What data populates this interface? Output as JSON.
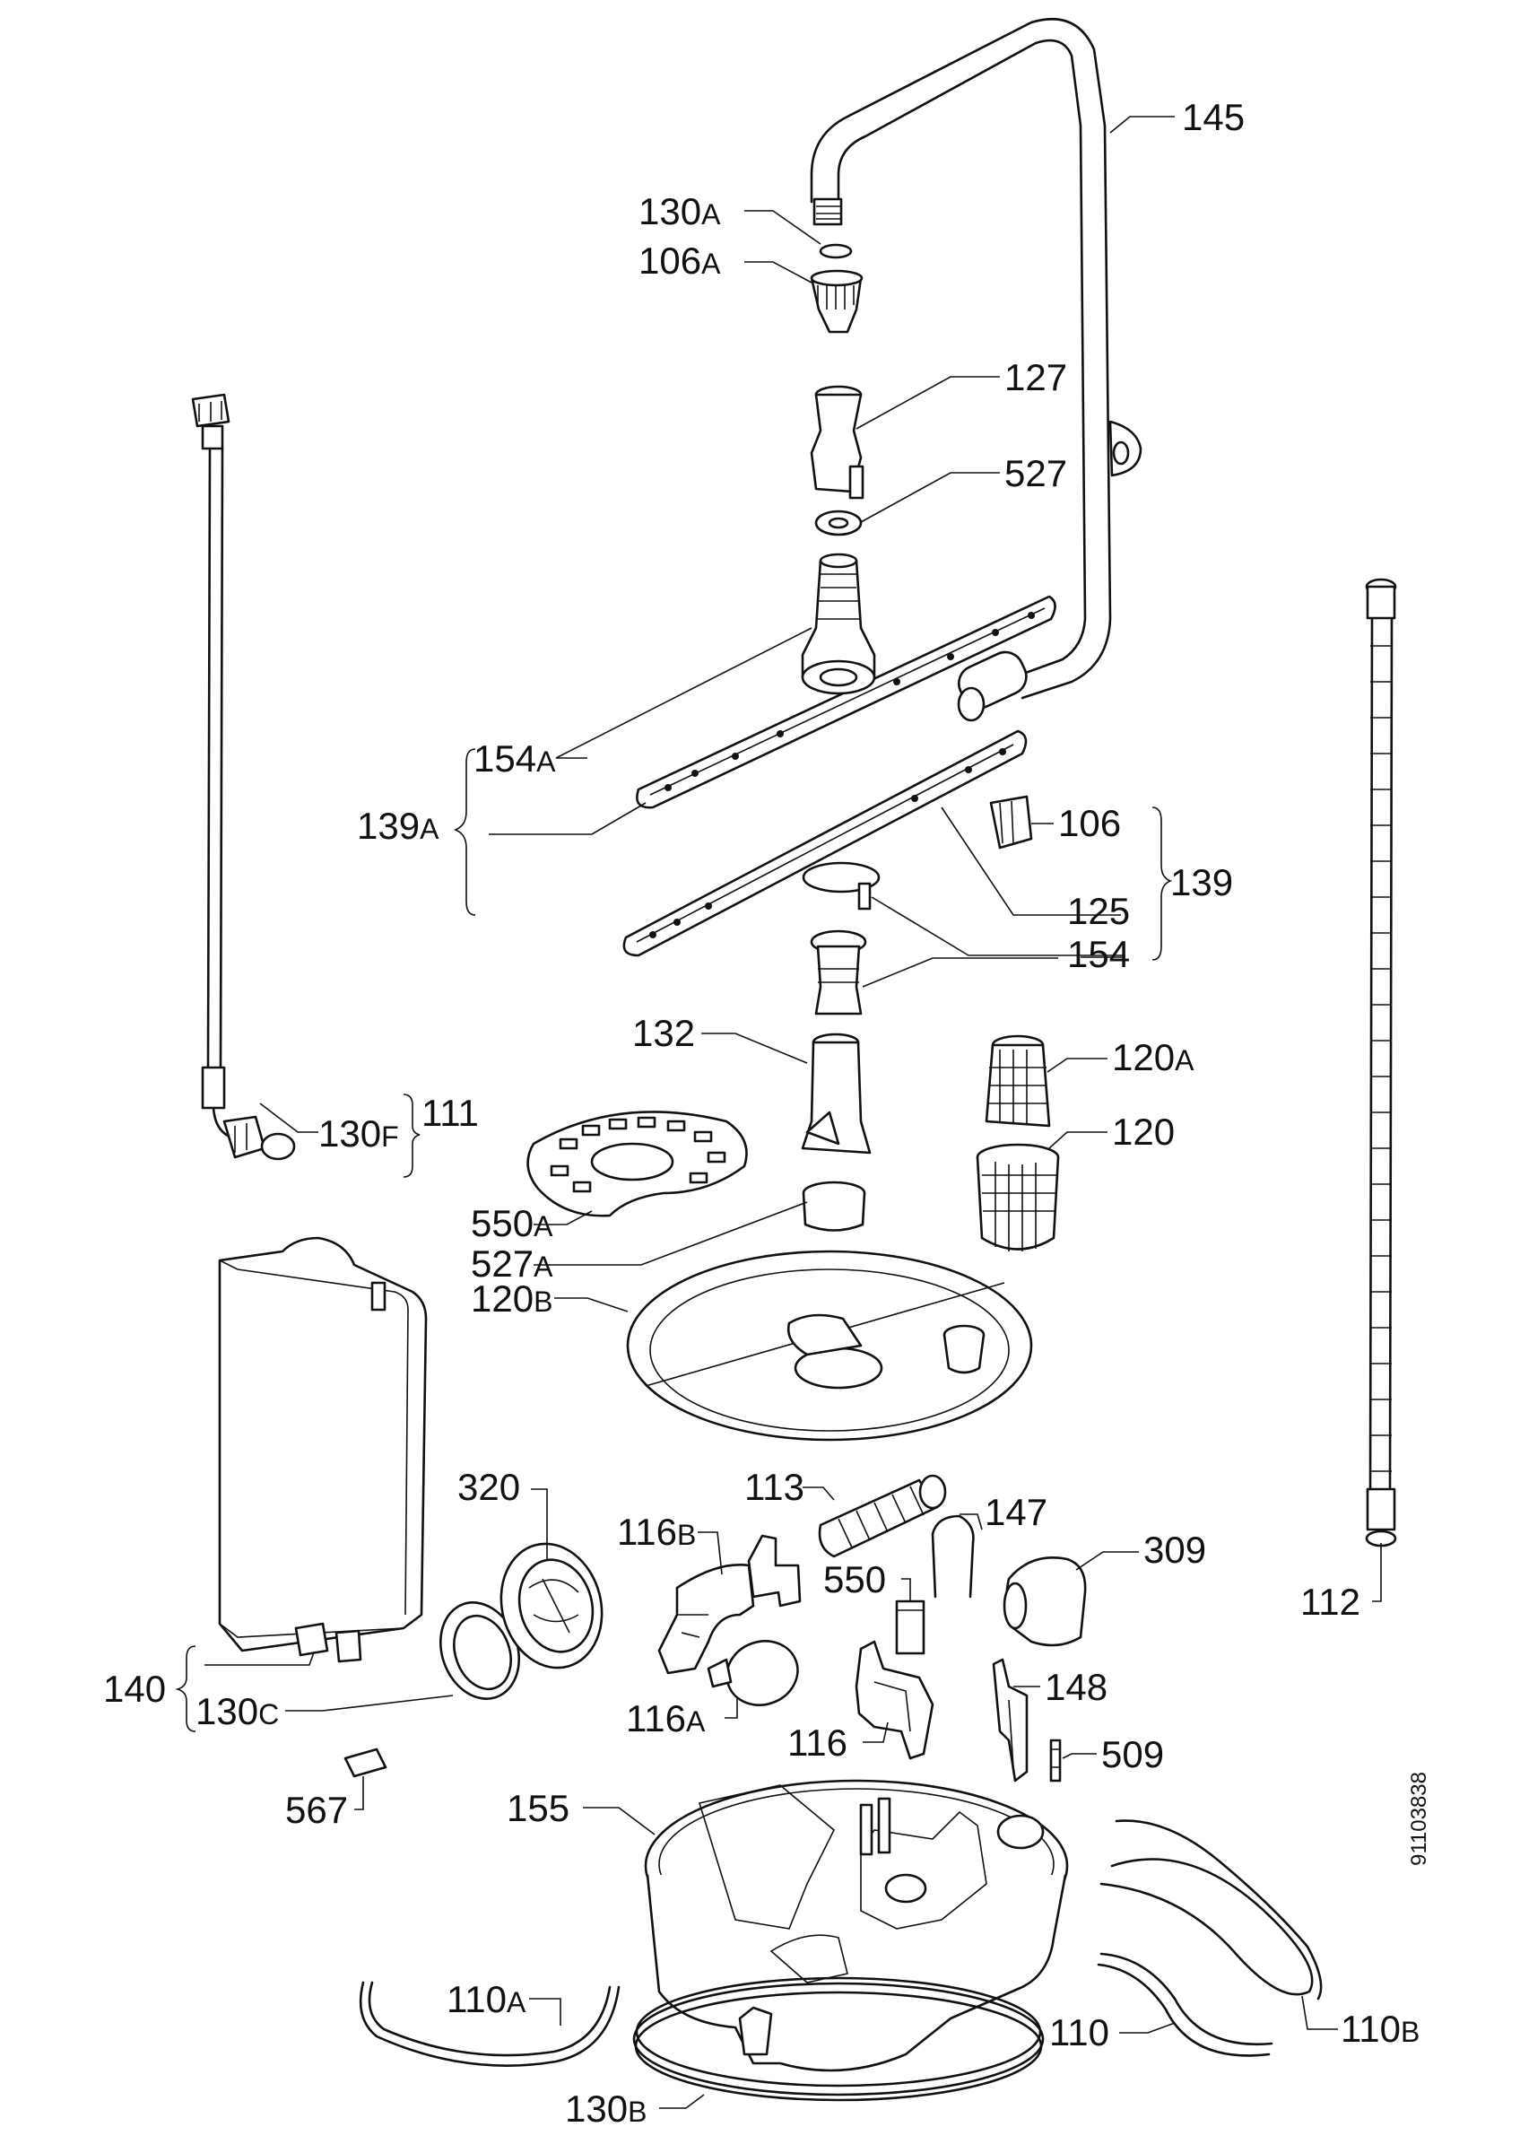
{
  "drawing_code": "91103838",
  "labels": {
    "l145": {
      "num": "145",
      "suffix": ""
    },
    "l130A": {
      "num": "130",
      "suffix": "A"
    },
    "l106A": {
      "num": "106",
      "suffix": "A"
    },
    "l127": {
      "num": "127",
      "suffix": ""
    },
    "l527": {
      "num": "527",
      "suffix": ""
    },
    "l154A": {
      "num": "154",
      "suffix": "A"
    },
    "l139A": {
      "num": "139",
      "suffix": "A"
    },
    "l106": {
      "num": "106",
      "suffix": ""
    },
    "l139": {
      "num": "139",
      "suffix": ""
    },
    "l125": {
      "num": "125",
      "suffix": ""
    },
    "l154": {
      "num": "154",
      "suffix": ""
    },
    "l132": {
      "num": "132",
      "suffix": ""
    },
    "l120A": {
      "num": "120",
      "suffix": "A"
    },
    "l120": {
      "num": "120",
      "suffix": ""
    },
    "l130F": {
      "num": "130",
      "suffix": "F"
    },
    "l111": {
      "num": "111",
      "suffix": ""
    },
    "l550A": {
      "num": "550",
      "suffix": "A"
    },
    "l527A": {
      "num": "527",
      "suffix": "A"
    },
    "l120B": {
      "num": "120",
      "suffix": "B"
    },
    "l113": {
      "num": "113",
      "suffix": ""
    },
    "l320": {
      "num": "320",
      "suffix": ""
    },
    "l147": {
      "num": "147",
      "suffix": ""
    },
    "l309": {
      "num": "309",
      "suffix": ""
    },
    "l116B": {
      "num": "116",
      "suffix": "B"
    },
    "l550": {
      "num": "550",
      "suffix": ""
    },
    "l112": {
      "num": "112",
      "suffix": ""
    },
    "l140": {
      "num": "140",
      "suffix": ""
    },
    "l130C": {
      "num": "130",
      "suffix": "C"
    },
    "l116A": {
      "num": "116",
      "suffix": "A"
    },
    "l116": {
      "num": "116",
      "suffix": ""
    },
    "l148": {
      "num": "148",
      "suffix": ""
    },
    "l509": {
      "num": "509",
      "suffix": ""
    },
    "l567": {
      "num": "567",
      "suffix": ""
    },
    "l155": {
      "num": "155",
      "suffix": ""
    },
    "l110A": {
      "num": "110",
      "suffix": "A"
    },
    "l110": {
      "num": "110",
      "suffix": ""
    },
    "l110B": {
      "num": "110",
      "suffix": "B"
    },
    "l130B": {
      "num": "130",
      "suffix": "B"
    }
  }
}
